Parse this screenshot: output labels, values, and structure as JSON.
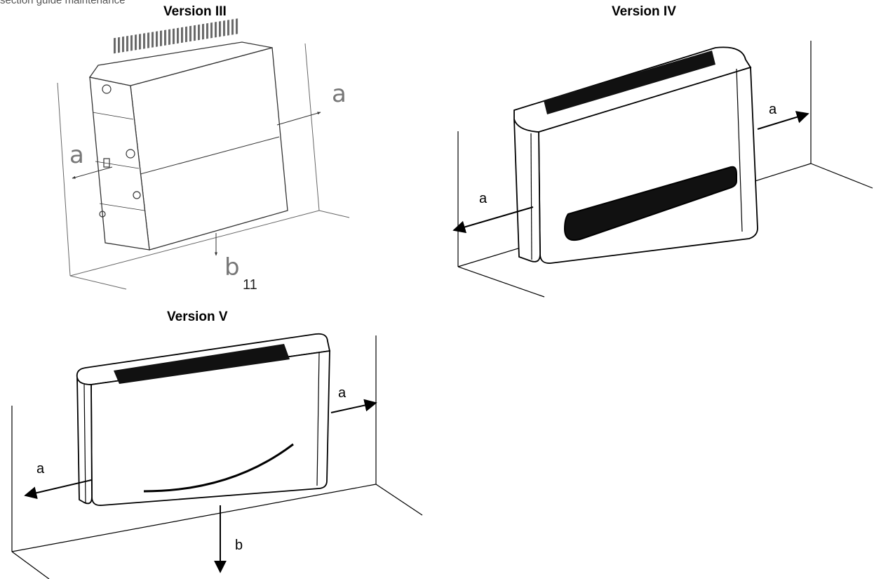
{
  "caption": "section guide maintenance",
  "panels": [
    {
      "title": "Version III",
      "labels": {
        "side_left": "a",
        "side_right": "a",
        "bottom": "b",
        "bottom_number": "11"
      }
    },
    {
      "title": "Version IV",
      "labels": {
        "side_left": "a",
        "side_right": "a"
      }
    },
    {
      "title": "Version V",
      "labels": {
        "side_left": "a",
        "side_right": "a",
        "bottom": "b"
      }
    }
  ]
}
